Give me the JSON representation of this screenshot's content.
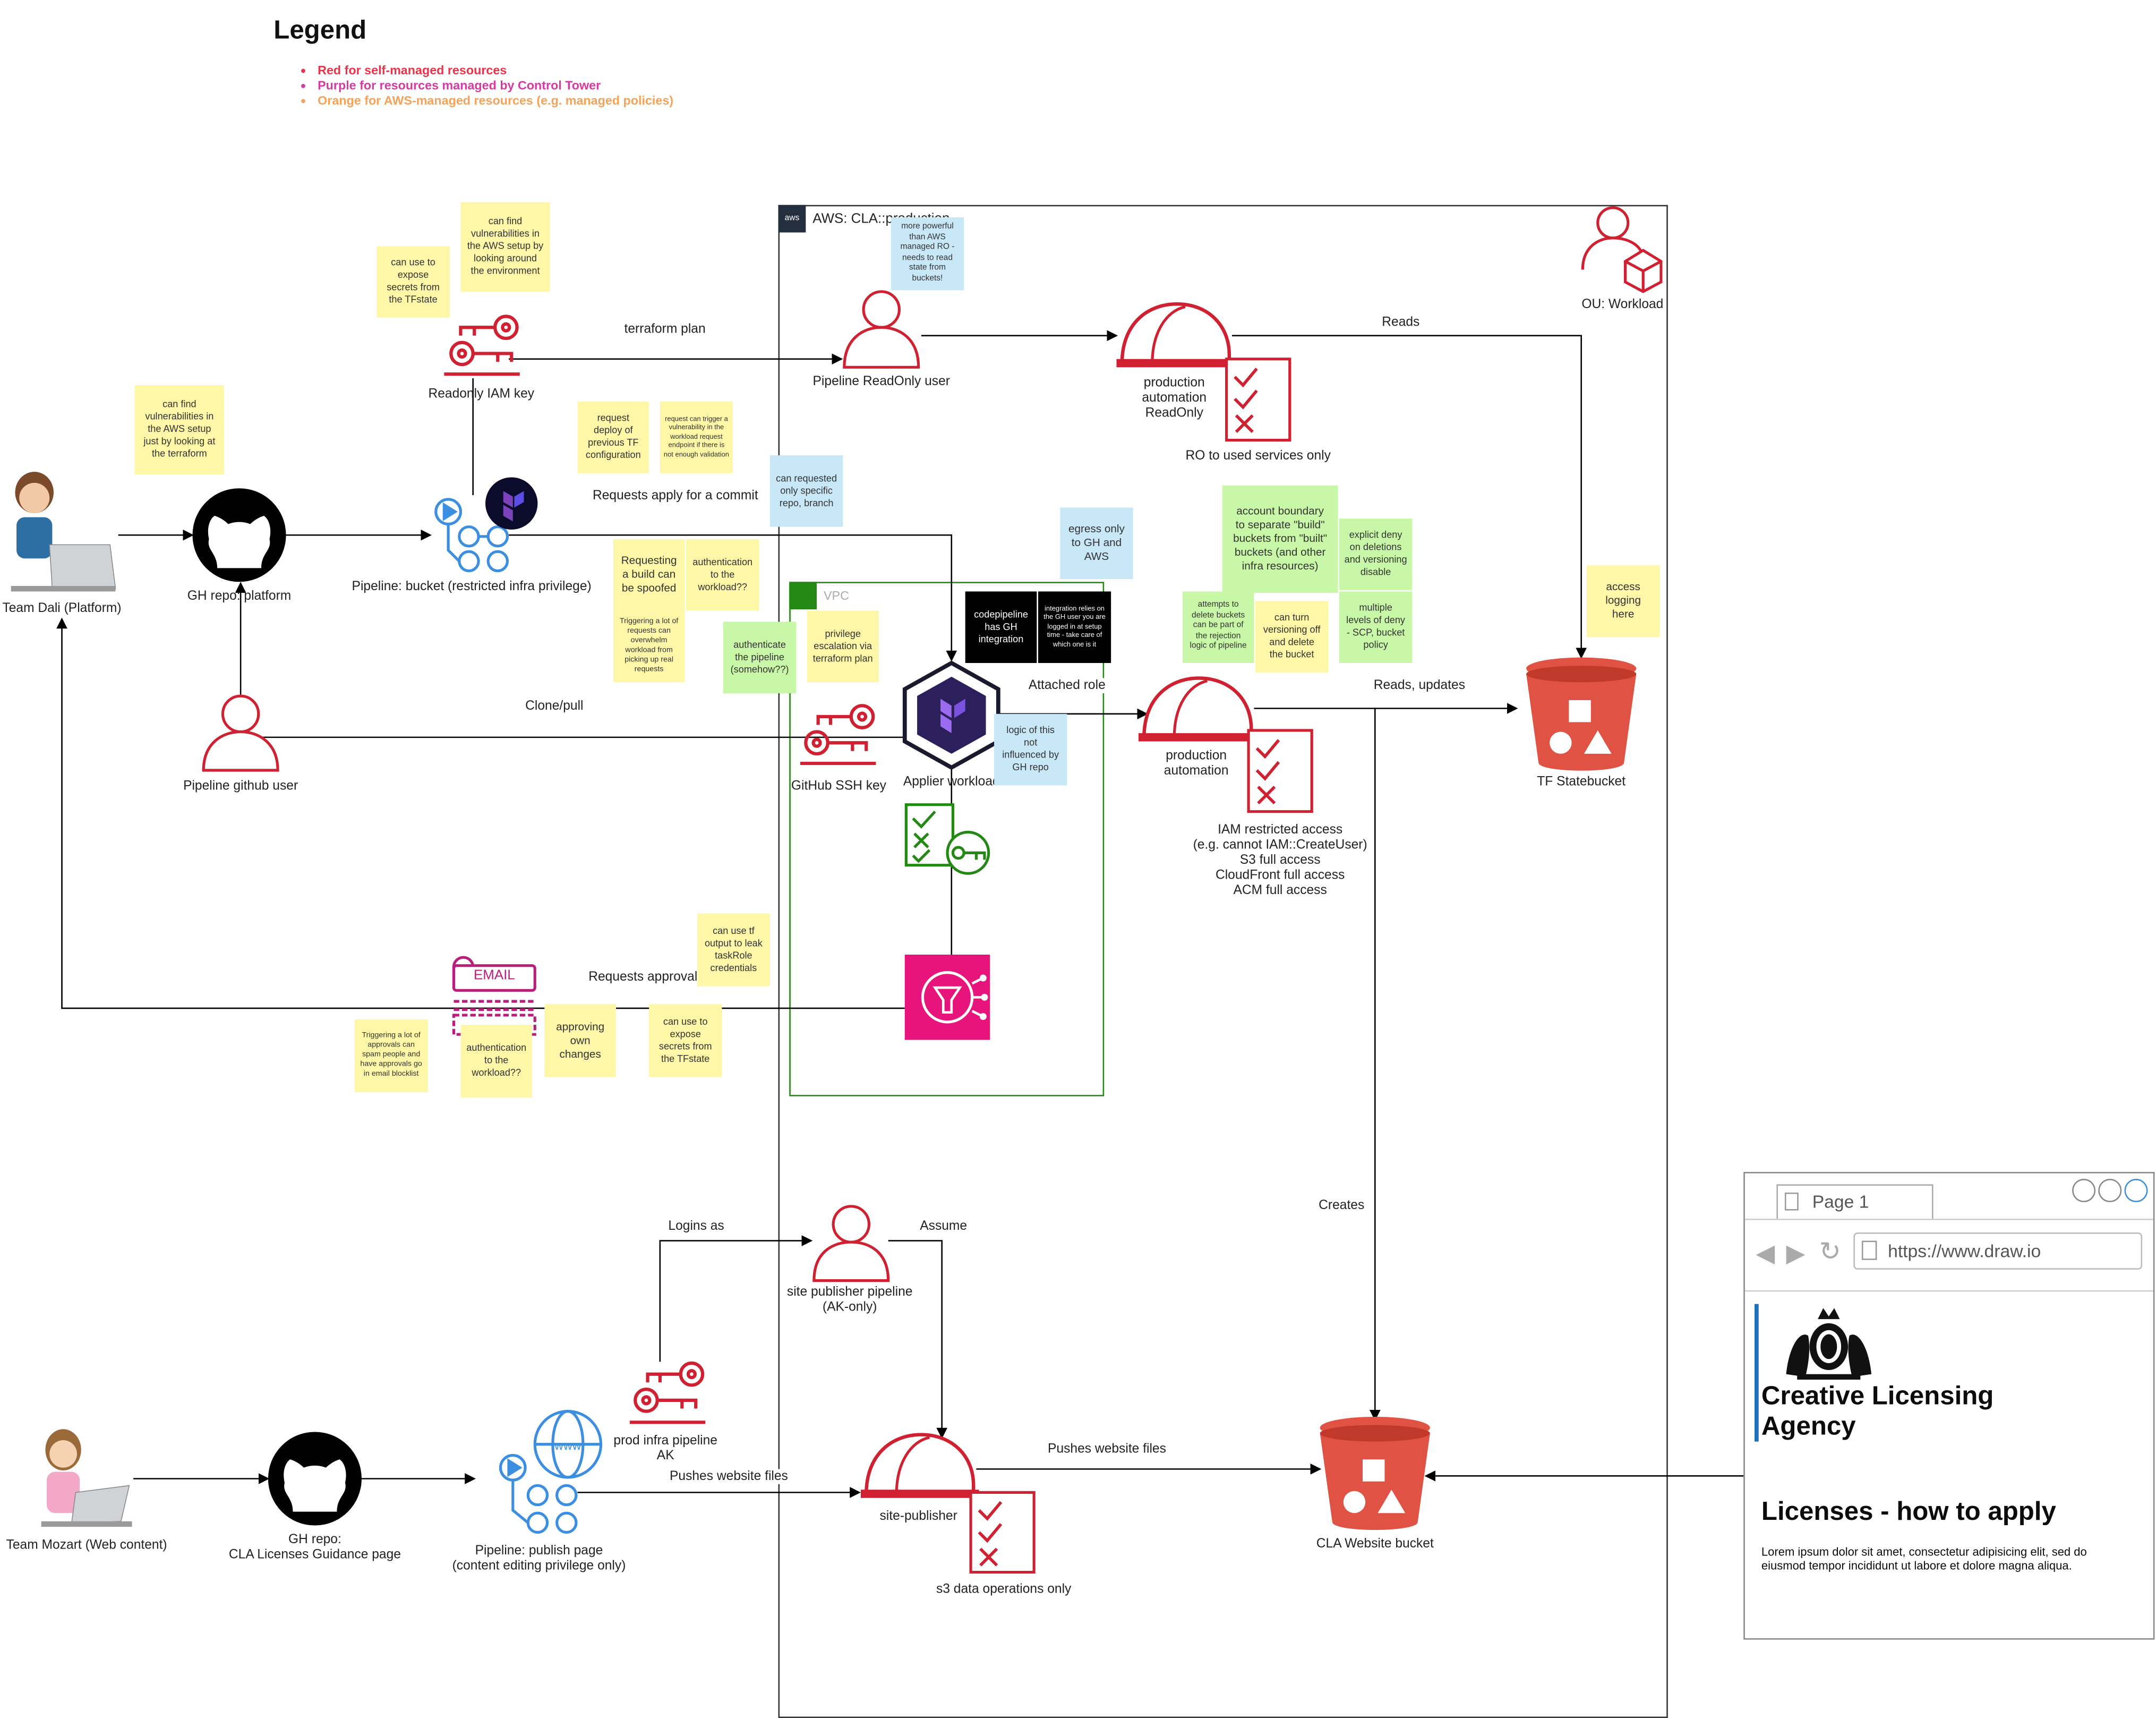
{
  "legend": {
    "title": "Legend",
    "items": [
      {
        "text": "Red for self-managed resources",
        "color": "#e8334b"
      },
      {
        "text": "Purple for resources managed by Control Tower",
        "color": "#d63aa3"
      },
      {
        "text": "Orange for AWS-managed resources (e.g. managed policies)",
        "color": "#f5a35b"
      }
    ]
  },
  "groups": {
    "aws": "AWS: CLA::production",
    "vpc": "VPC",
    "ou": "OU: Workload"
  },
  "nodes": {
    "team_dali": "Team Dali (Platform)",
    "gh_platform": "GH repo: platform",
    "readonly_key": "Readonly IAM key",
    "pipeline_bucket": "Pipeline: bucket (restricted infra privilege)",
    "pipeline_github_user": "Pipeline github user",
    "pipeline_readonly_user": "Pipeline ReadOnly user",
    "prod_auto_ro": "production\nautomation\nReadOnly",
    "ro_note": "RO to used services only",
    "github_ssh_key": "GitHub SSH key",
    "applier_workload": "Applier workload",
    "prod_auto": "production\nautomation",
    "iam_restricted": "IAM restricted access\n(e.g. cannot IAM::CreateUser)\nS3 full access\nCloudFront full access\nACM full access",
    "tf_statebucket": "TF Statebucket",
    "team_mozart": "Team Mozart (Web content)",
    "gh_cla": "GH repo:\nCLA Licenses Guidance page",
    "pipeline_publish": "Pipeline: publish page\n(content editing privilege only)",
    "prod_infra_key": "prod infra pipeline\nAK",
    "site_pub_pipeline": "site publisher pipeline\n(AK-only)",
    "site_publisher": "site-publisher",
    "s3_ops": "s3 data operations only",
    "cla_bucket": "CLA Website bucket",
    "email_label": "EMAIL"
  },
  "edges": {
    "terraform_plan": "terraform plan",
    "reads_top": "Reads",
    "requests_apply": "Requests apply for a commit",
    "clone_pull": "Clone/pull",
    "attached_role": "Attached role",
    "reads_updates": "Reads, updates",
    "requests_approval": "Requests approval",
    "creates": "Creates",
    "logins_as": "Logins as",
    "assume": "Assume",
    "pushes_files_1": "Pushes website files",
    "pushes_files_2": "Pushes website files"
  },
  "notes": {
    "n1": "can use to\nexpose\nsecrets from\nthe TFstate",
    "n2": "can find\nvulnerabilities in\nthe AWS setup by\nlooking around\nthe environment",
    "n3": "more powerful\nthan AWS\nmanaged RO -\nneeds to read\nstate from\nbuckets!",
    "n4": "can find\nvulnerabilities in\nthe AWS setup\njust by looking at\nthe terraform",
    "n5": "request\ndeploy of\nprevious TF\nconfiguration",
    "n6": "request can trigger a\nvulnerability in the\nworkload request\nendpoint if there is\nnot enough validation",
    "n7": "can requested\nonly specific\nrepo, branch",
    "n8": "egress only\nto GH and\nAWS",
    "n9": "account boundary\nto separate \"build\"\nbuckets from \"built\"\nbuckets (and other\ninfra resources)",
    "n10": "explicit deny\non deletions\nand versioning\ndisable",
    "n11": "multiple\nlevels of deny\n- SCP, bucket\npolicy",
    "n12": "attempts to\ndelete buckets\ncan be part of\nthe rejection\nlogic of pipeline",
    "n13": "can turn\nversioning off\nand delete\nthe bucket",
    "n14": "access\nlogging\nhere",
    "n15": "Requesting\na build can\nbe spoofed",
    "n16": "authentication\nto the\nworkload??",
    "n17": "Triggering a lot of\nrequests can\noverwhelm\nworkload from\npicking up real\nrequests",
    "n18": "authenticate\nthe pipeline\n(somehow??)",
    "n19": "privilege\nescalation via\nterraform plan",
    "n20": "codepipeline\nhas GH\nintegration",
    "n21": "integration relies on\nthe GH user you are\nlogged in at setup\ntime - take care of\nwhich one is it",
    "n22": "logic of this\nnot\ninfluenced by\nGH repo",
    "n23": "can use tf\noutput to leak\ntaskRole\ncredentials",
    "n24": "Triggering a lot of\napprovals can\nspam people and\nhave approvals go\nin email blocklist",
    "n25": "authentication\nto the\nworkload??",
    "n26": "approving\nown\nchanges",
    "n27": "can use to\nexpose\nsecrets from\nthe TFstate"
  },
  "browser": {
    "tab": "Page 1",
    "url": "https://www.draw.io",
    "agency": "Creative Licensing\nAgency",
    "heading": "Licenses - how to apply",
    "body": "Lorem ipsum dolor sit amet, consectetur adipisicing elit, sed do\neiusmod tempor incididunt ut labore et dolore magna aliqua."
  },
  "colors": {
    "red": "#cf2131",
    "bucket": "#e05243",
    "green": "#248814",
    "pink": "#e7157b",
    "purple": "#5a30b5"
  }
}
